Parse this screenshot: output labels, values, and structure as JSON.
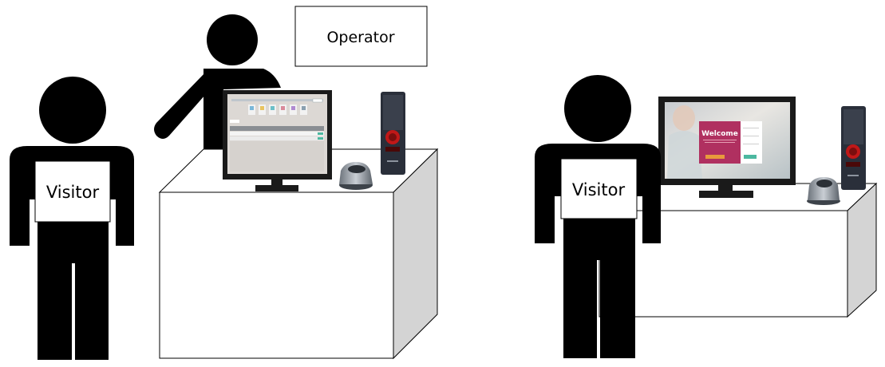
{
  "scenes": [
    {
      "id": "operator-assisted",
      "operator_label": "Operator",
      "visitor_label": "Visitor",
      "monitor_screen": {
        "type": "visitor-management-table"
      }
    },
    {
      "id": "self-service",
      "visitor_label": "Visitor",
      "monitor_screen": {
        "type": "welcome-kiosk",
        "title": "Welcome",
        "accent_color": "#b03060"
      }
    }
  ],
  "device_colors": {
    "reader_body": "#2a2f3a",
    "reader_led": "#c01818",
    "scanner_metal": "#9aa0a8",
    "monitor_bezel": "#1a1a1a",
    "box_side": "#d4d4d4"
  }
}
